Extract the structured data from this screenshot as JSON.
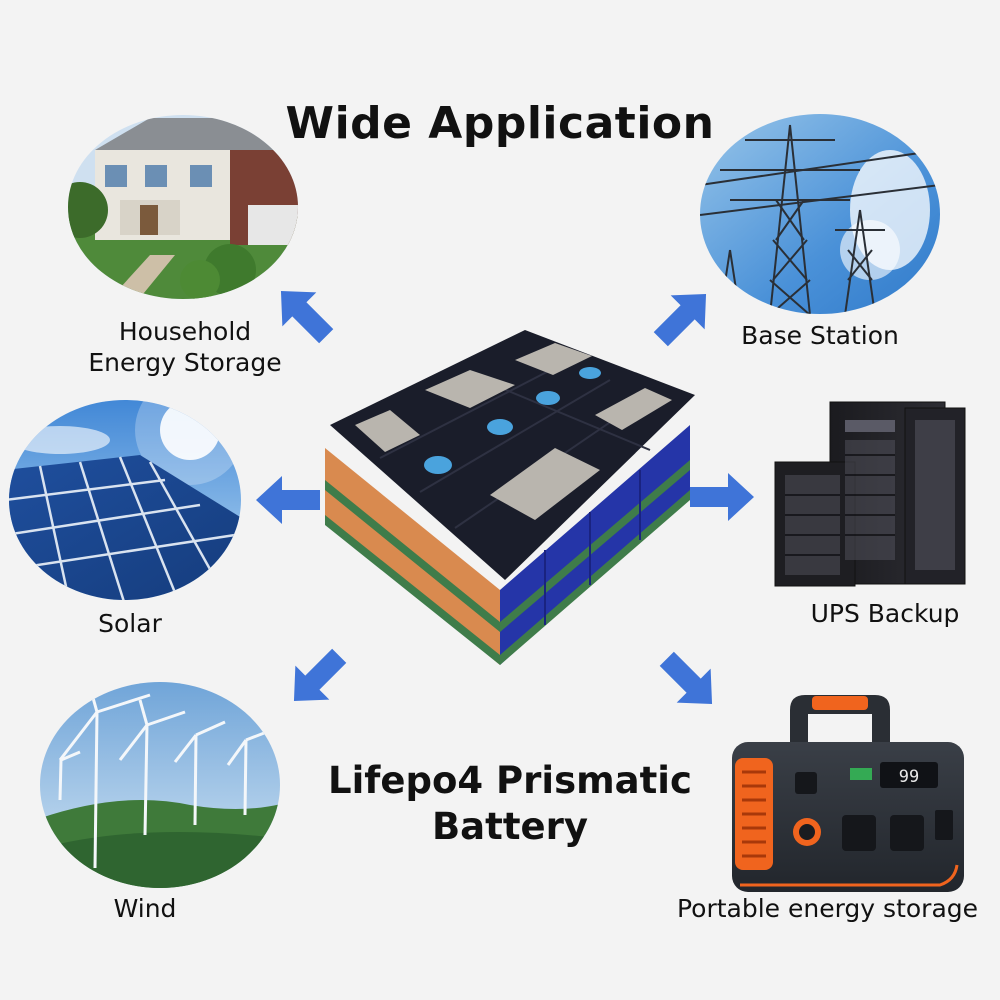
{
  "title": "Wide Application",
  "product": {
    "line1": "Lifepo4 Prismatic",
    "line2": "Battery"
  },
  "applications": [
    {
      "label_line1": "Household",
      "label_line2": "Energy Storage",
      "icon": "house-photo"
    },
    {
      "label": "Base Station",
      "icon": "power-tower-photo"
    },
    {
      "label": "Solar",
      "icon": "solar-panel-photo"
    },
    {
      "label": "UPS Backup",
      "icon": "ups-server-photo"
    },
    {
      "label": "Wind",
      "icon": "wind-turbine-photo"
    },
    {
      "label": "Portable energy storage",
      "icon": "portable-power-station-photo"
    }
  ],
  "colors": {
    "arrow": "#3f74d8",
    "background": "#f3f3f3",
    "battery_top": "#1a1d2a",
    "battery_side_blue": "#2535a8",
    "battery_orange": "#d98a4f",
    "battery_green": "#3f7c4a",
    "power_station_orange": "#f0641e"
  }
}
